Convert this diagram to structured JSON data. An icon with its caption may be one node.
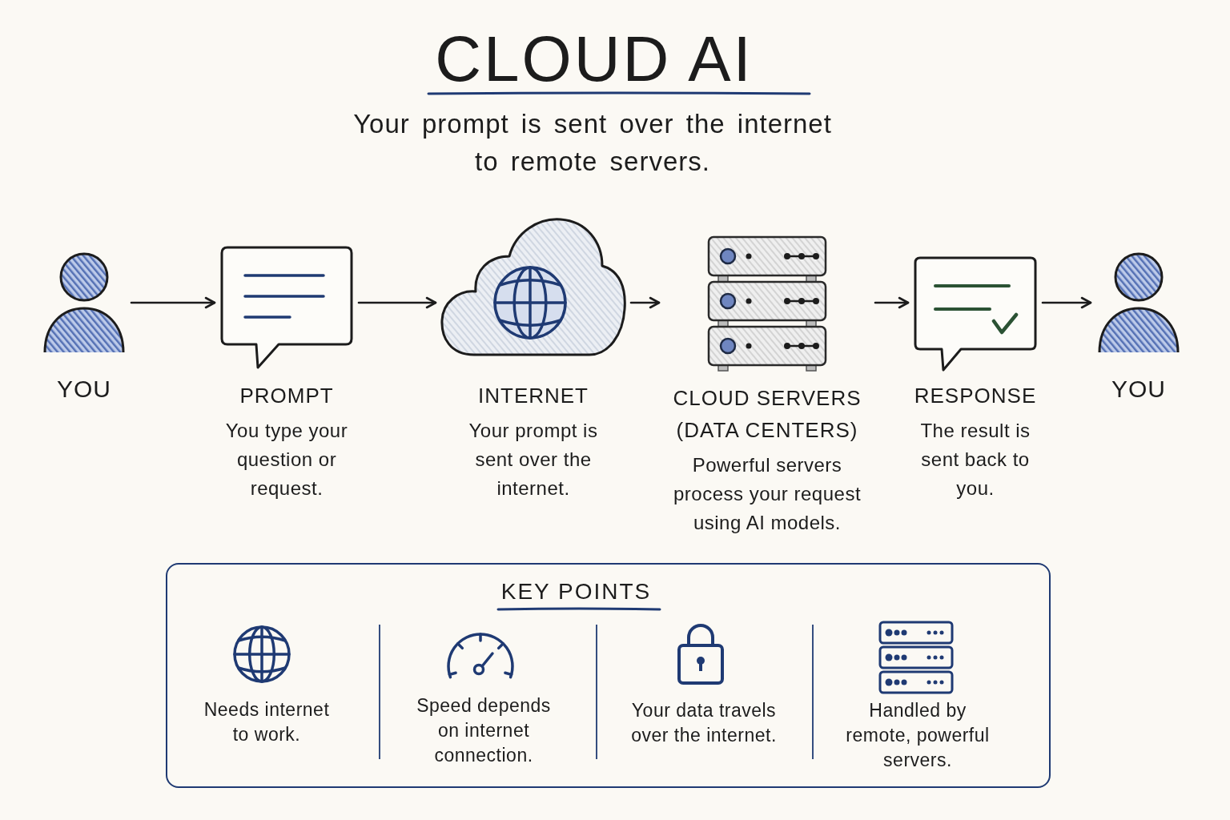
{
  "diagram": {
    "title": "CLOUD AI",
    "nodes": [
      {
        "text": [
          "YOU"
        ]
      },
      {
        "text": [
          "PROMPT",
          "You type your question or request."
        ]
      },
      {
        "text": [
          "INTERNET",
          "Your prompt is sent over the internet."
        ]
      },
      {
        "text": [
          "CLOUD SERVERS (DATA CENTERS)",
          "Powerful servers process your request using AI models."
        ]
      },
      {
        "text": [
          "RESPONSE",
          "The result is sent back to you."
        ]
      },
      {
        "text": [
          "YOU"
        ]
      },
      {
        "text": [
          "KEY POINTS"
        ]
      }
    ],
    "edges": [
      {
        "from": 0,
        "to": 1,
        "arrow": "to"
      },
      {
        "from": 1,
        "to": 2,
        "arrow": "to"
      },
      {
        "from": 2,
        "to": 3,
        "arrow": "to"
      },
      {
        "from": 3,
        "to": 4,
        "arrow": "to"
      },
      {
        "from": 4,
        "to": 5,
        "arrow": "to"
      }
    ],
    "labels": [
      "Your prompt is sent over the internet to remote servers.",
      "Needs internet to work.",
      "Speed depends on internet connection.",
      "Your data travels over the internet.",
      "Handled by remote, powerful servers."
    ]
  }
}
